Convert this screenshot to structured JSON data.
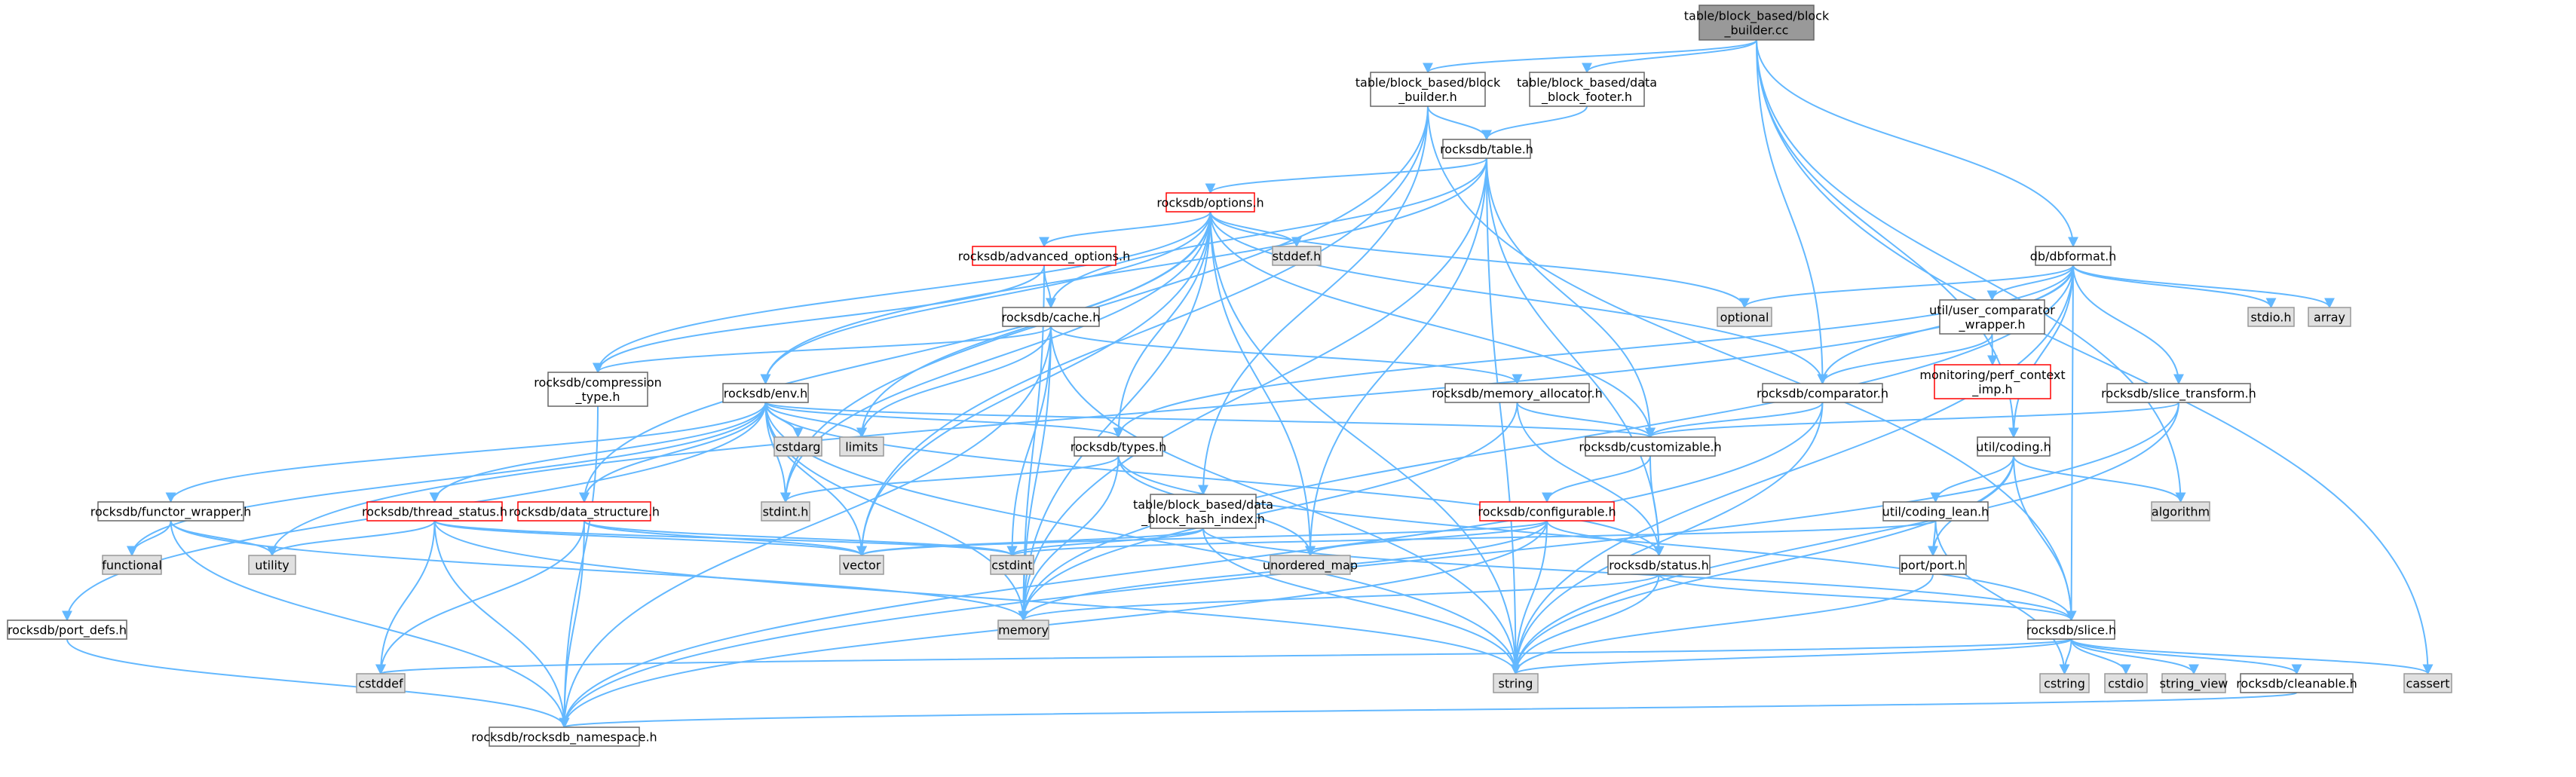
{
  "colors": {
    "edge": "#63b8ff",
    "root_fill": "#999999",
    "normal_fill": "#ffffff",
    "system_fill": "#e0e0e0",
    "border_normal": "#666666",
    "border_system": "#999999",
    "border_missing": "#ff0000",
    "text": "#000000"
  },
  "nodes": [
    {
      "id": "root",
      "lines": [
        "table/block_based/block",
        "_builder.cc"
      ],
      "kind": "root"
    },
    {
      "id": "bb_builder_h",
      "lines": [
        "table/block_based/block",
        "_builder.h"
      ],
      "kind": "normal"
    },
    {
      "id": "data_block_footer",
      "lines": [
        "table/block_based/data",
        "_block_footer.h"
      ],
      "kind": "normal"
    },
    {
      "id": "table_h",
      "lines": [
        "rocksdb/table.h"
      ],
      "kind": "normal"
    },
    {
      "id": "options_h",
      "lines": [
        "rocksdb/options.h"
      ],
      "kind": "missing"
    },
    {
      "id": "dbformat_h",
      "lines": [
        "db/dbformat.h"
      ],
      "kind": "normal"
    },
    {
      "id": "advanced_options_h",
      "lines": [
        "rocksdb/advanced_options.h"
      ],
      "kind": "missing"
    },
    {
      "id": "stddef_h",
      "lines": [
        "stddef.h"
      ],
      "kind": "system"
    },
    {
      "id": "optional",
      "lines": [
        "optional"
      ],
      "kind": "system"
    },
    {
      "id": "util_user_comparator",
      "lines": [
        "util/user_comparator",
        "_wrapper.h"
      ],
      "kind": "normal"
    },
    {
      "id": "stdio_h",
      "lines": [
        "stdio.h"
      ],
      "kind": "system"
    },
    {
      "id": "array",
      "lines": [
        "array"
      ],
      "kind": "system"
    },
    {
      "id": "cache_h",
      "lines": [
        "rocksdb/cache.h"
      ],
      "kind": "normal"
    },
    {
      "id": "perf_context",
      "lines": [
        "monitoring/perf_context",
        "_imp.h"
      ],
      "kind": "missing"
    },
    {
      "id": "compression_type",
      "lines": [
        "rocksdb/compression",
        "_type.h"
      ],
      "kind": "normal"
    },
    {
      "id": "env_h",
      "lines": [
        "rocksdb/env.h"
      ],
      "kind": "normal"
    },
    {
      "id": "memory_allocator",
      "lines": [
        "rocksdb/memory_allocator.h"
      ],
      "kind": "normal"
    },
    {
      "id": "comparator_h",
      "lines": [
        "rocksdb/comparator.h"
      ],
      "kind": "normal"
    },
    {
      "id": "slice_transform",
      "lines": [
        "rocksdb/slice_transform.h"
      ],
      "kind": "normal"
    },
    {
      "id": "cstdarg",
      "lines": [
        "cstdarg"
      ],
      "kind": "system"
    },
    {
      "id": "limits",
      "lines": [
        "limits"
      ],
      "kind": "system"
    },
    {
      "id": "types_h",
      "lines": [
        "rocksdb/types.h"
      ],
      "kind": "normal"
    },
    {
      "id": "customizable_h",
      "lines": [
        "rocksdb/customizable.h"
      ],
      "kind": "normal"
    },
    {
      "id": "coding_h",
      "lines": [
        "util/coding.h"
      ],
      "kind": "normal"
    },
    {
      "id": "functor_wrapper",
      "lines": [
        "rocksdb/functor_wrapper.h"
      ],
      "kind": "normal"
    },
    {
      "id": "thread_status",
      "lines": [
        "rocksdb/thread_status.h"
      ],
      "kind": "missing"
    },
    {
      "id": "data_structure",
      "lines": [
        "rocksdb/data_structure.h"
      ],
      "kind": "missing"
    },
    {
      "id": "stdint_h",
      "lines": [
        "stdint.h"
      ],
      "kind": "system"
    },
    {
      "id": "data_block_hash_index",
      "lines": [
        "table/block_based/data",
        "_block_hash_index.h"
      ],
      "kind": "normal"
    },
    {
      "id": "configurable_h",
      "lines": [
        "rocksdb/configurable.h"
      ],
      "kind": "missing"
    },
    {
      "id": "coding_lean",
      "lines": [
        "util/coding_lean.h"
      ],
      "kind": "normal"
    },
    {
      "id": "algorithm",
      "lines": [
        "algorithm"
      ],
      "kind": "system"
    },
    {
      "id": "functional",
      "lines": [
        "functional"
      ],
      "kind": "system"
    },
    {
      "id": "utility",
      "lines": [
        "utility"
      ],
      "kind": "system"
    },
    {
      "id": "vector",
      "lines": [
        "vector"
      ],
      "kind": "system"
    },
    {
      "id": "cstdint",
      "lines": [
        "cstdint"
      ],
      "kind": "system"
    },
    {
      "id": "unordered_map",
      "lines": [
        "unordered_map"
      ],
      "kind": "system"
    },
    {
      "id": "status_h",
      "lines": [
        "rocksdb/status.h"
      ],
      "kind": "normal"
    },
    {
      "id": "port_h",
      "lines": [
        "port/port.h"
      ],
      "kind": "normal"
    },
    {
      "id": "port_defs",
      "lines": [
        "rocksdb/port_defs.h"
      ],
      "kind": "normal"
    },
    {
      "id": "memory",
      "lines": [
        "memory"
      ],
      "kind": "system"
    },
    {
      "id": "slice_h",
      "lines": [
        "rocksdb/slice.h"
      ],
      "kind": "normal"
    },
    {
      "id": "cstddef",
      "lines": [
        "cstddef"
      ],
      "kind": "system"
    },
    {
      "id": "string",
      "lines": [
        "string"
      ],
      "kind": "system"
    },
    {
      "id": "cstring",
      "lines": [
        "cstring"
      ],
      "kind": "system"
    },
    {
      "id": "cstdio",
      "lines": [
        "cstdio"
      ],
      "kind": "system"
    },
    {
      "id": "string_view",
      "lines": [
        "string_view"
      ],
      "kind": "system"
    },
    {
      "id": "cleanable_h",
      "lines": [
        "rocksdb/cleanable.h"
      ],
      "kind": "normal"
    },
    {
      "id": "cassert",
      "lines": [
        "cassert"
      ],
      "kind": "system"
    },
    {
      "id": "rocksdb_namespace",
      "lines": [
        "rocksdb/rocksdb_namespace.h"
      ],
      "kind": "normal"
    }
  ],
  "edges": [
    [
      "root",
      "bb_builder_h"
    ],
    [
      "root",
      "data_block_footer"
    ],
    [
      "root",
      "dbformat_h"
    ],
    [
      "root",
      "comparator_h"
    ],
    [
      "root",
      "coding_h"
    ],
    [
      "root",
      "algorithm"
    ],
    [
      "root",
      "cassert"
    ],
    [
      "bb_builder_h",
      "table_h"
    ],
    [
      "bb_builder_h",
      "data_block_hash_index"
    ],
    [
      "bb_builder_h",
      "stdint_h"
    ],
    [
      "bb_builder_h",
      "vector"
    ],
    [
      "bb_builder_h",
      "slice_h"
    ],
    [
      "data_block_footer",
      "table_h"
    ],
    [
      "table_h",
      "options_h"
    ],
    [
      "table_h",
      "cache_h"
    ],
    [
      "table_h",
      "env_h"
    ],
    [
      "table_h",
      "customizable_h"
    ],
    [
      "table_h",
      "status_h"
    ],
    [
      "table_h",
      "memory"
    ],
    [
      "table_h",
      "string"
    ],
    [
      "table_h",
      "unordered_map"
    ],
    [
      "options_h",
      "advanced_options_h"
    ],
    [
      "options_h",
      "stddef_h"
    ],
    [
      "options_h",
      "optional"
    ],
    [
      "options_h",
      "compression_type"
    ],
    [
      "options_h",
      "env_h"
    ],
    [
      "options_h",
      "comparator_h"
    ],
    [
      "options_h",
      "types_h"
    ],
    [
      "options_h",
      "customizable_h"
    ],
    [
      "options_h",
      "data_structure"
    ],
    [
      "options_h",
      "limits"
    ],
    [
      "options_h",
      "stdint_h"
    ],
    [
      "options_h",
      "vector"
    ],
    [
      "options_h",
      "unordered_map"
    ],
    [
      "options_h",
      "memory"
    ],
    [
      "options_h",
      "string"
    ],
    [
      "advanced_options_h",
      "cache_h"
    ],
    [
      "advanced_options_h",
      "compression_type"
    ],
    [
      "advanced_options_h",
      "memory"
    ],
    [
      "cache_h",
      "memory_allocator"
    ],
    [
      "cache_h",
      "compression_type"
    ],
    [
      "cache_h",
      "limits"
    ],
    [
      "cache_h",
      "cstdint"
    ],
    [
      "cache_h",
      "memory"
    ],
    [
      "cache_h",
      "string"
    ],
    [
      "cache_h",
      "rocksdb_namespace"
    ],
    [
      "dbformat_h",
      "optional"
    ],
    [
      "dbformat_h",
      "util_user_comparator"
    ],
    [
      "dbformat_h",
      "stdio_h"
    ],
    [
      "dbformat_h",
      "array"
    ],
    [
      "dbformat_h",
      "slice_transform"
    ],
    [
      "dbformat_h",
      "coding_h"
    ],
    [
      "dbformat_h",
      "comparator_h"
    ],
    [
      "dbformat_h",
      "types_h"
    ],
    [
      "dbformat_h",
      "slice_h"
    ],
    [
      "dbformat_h",
      "utility"
    ],
    [
      "dbformat_h",
      "memory"
    ],
    [
      "dbformat_h",
      "string"
    ],
    [
      "util_user_comparator",
      "perf_context"
    ],
    [
      "util_user_comparator",
      "comparator_h"
    ],
    [
      "compression_type",
      "rocksdb_namespace"
    ],
    [
      "env_h",
      "cstdarg"
    ],
    [
      "env_h",
      "limits"
    ],
    [
      "env_h",
      "types_h"
    ],
    [
      "env_h",
      "customizable_h"
    ],
    [
      "env_h",
      "functor_wrapper"
    ],
    [
      "env_h",
      "thread_status"
    ],
    [
      "env_h",
      "data_structure"
    ],
    [
      "env_h",
      "stdint_h"
    ],
    [
      "env_h",
      "port_defs"
    ],
    [
      "env_h",
      "functional"
    ],
    [
      "env_h",
      "vector"
    ],
    [
      "env_h",
      "memory"
    ],
    [
      "env_h",
      "string"
    ],
    [
      "env_h",
      "status_h"
    ],
    [
      "memory_allocator",
      "customizable_h"
    ],
    [
      "memory_allocator",
      "status_h"
    ],
    [
      "memory_allocator",
      "memory"
    ],
    [
      "comparator_h",
      "customizable_h"
    ],
    [
      "comparator_h",
      "string"
    ],
    [
      "comparator_h",
      "rocksdb_namespace"
    ],
    [
      "slice_transform",
      "customizable_h"
    ],
    [
      "slice_transform",
      "string"
    ],
    [
      "slice_transform",
      "rocksdb_namespace"
    ],
    [
      "types_h",
      "stdint_h"
    ],
    [
      "types_h",
      "slice_h"
    ],
    [
      "types_h",
      "memory"
    ],
    [
      "types_h",
      "unordered_map"
    ],
    [
      "customizable_h",
      "configurable_h"
    ],
    [
      "customizable_h",
      "status_h"
    ],
    [
      "coding_h",
      "coding_lean"
    ],
    [
      "coding_h",
      "port_h"
    ],
    [
      "coding_h",
      "slice_h"
    ],
    [
      "coding_h",
      "algorithm"
    ],
    [
      "coding_h",
      "string"
    ],
    [
      "functor_wrapper",
      "functional"
    ],
    [
      "functor_wrapper",
      "utility"
    ],
    [
      "functor_wrapper",
      "memory"
    ],
    [
      "functor_wrapper",
      "rocksdb_namespace"
    ],
    [
      "thread_status",
      "utility"
    ],
    [
      "thread_status",
      "cstdint"
    ],
    [
      "thread_status",
      "cstddef"
    ],
    [
      "thread_status",
      "vector"
    ],
    [
      "thread_status",
      "string"
    ],
    [
      "thread_status",
      "rocksdb_namespace"
    ],
    [
      "data_structure",
      "cstddef"
    ],
    [
      "data_structure",
      "cstdint"
    ],
    [
      "data_structure",
      "vector"
    ],
    [
      "data_structure",
      "rocksdb_namespace"
    ],
    [
      "data_block_hash_index",
      "vector"
    ],
    [
      "data_block_hash_index",
      "cstdint"
    ],
    [
      "data_block_hash_index",
      "slice_h"
    ],
    [
      "data_block_hash_index",
      "string"
    ],
    [
      "configurable_h",
      "vector"
    ],
    [
      "configurable_h",
      "unordered_map"
    ],
    [
      "configurable_h",
      "status_h"
    ],
    [
      "configurable_h",
      "memory"
    ],
    [
      "configurable_h",
      "string"
    ],
    [
      "configurable_h",
      "rocksdb_namespace"
    ],
    [
      "coding_lean",
      "cstdint"
    ],
    [
      "coding_lean",
      "cstring"
    ],
    [
      "coding_lean",
      "port_h"
    ],
    [
      "status_h",
      "slice_h"
    ],
    [
      "status_h",
      "memory"
    ],
    [
      "status_h",
      "string"
    ],
    [
      "port_h",
      "string"
    ],
    [
      "port_defs",
      "rocksdb_namespace"
    ],
    [
      "slice_h",
      "cassert"
    ],
    [
      "slice_h",
      "cstddef"
    ],
    [
      "slice_h",
      "cstdio"
    ],
    [
      "slice_h",
      "cstring"
    ],
    [
      "slice_h",
      "string"
    ],
    [
      "slice_h",
      "string_view"
    ],
    [
      "slice_h",
      "cleanable_h"
    ],
    [
      "cleanable_h",
      "rocksdb_namespace"
    ]
  ]
}
